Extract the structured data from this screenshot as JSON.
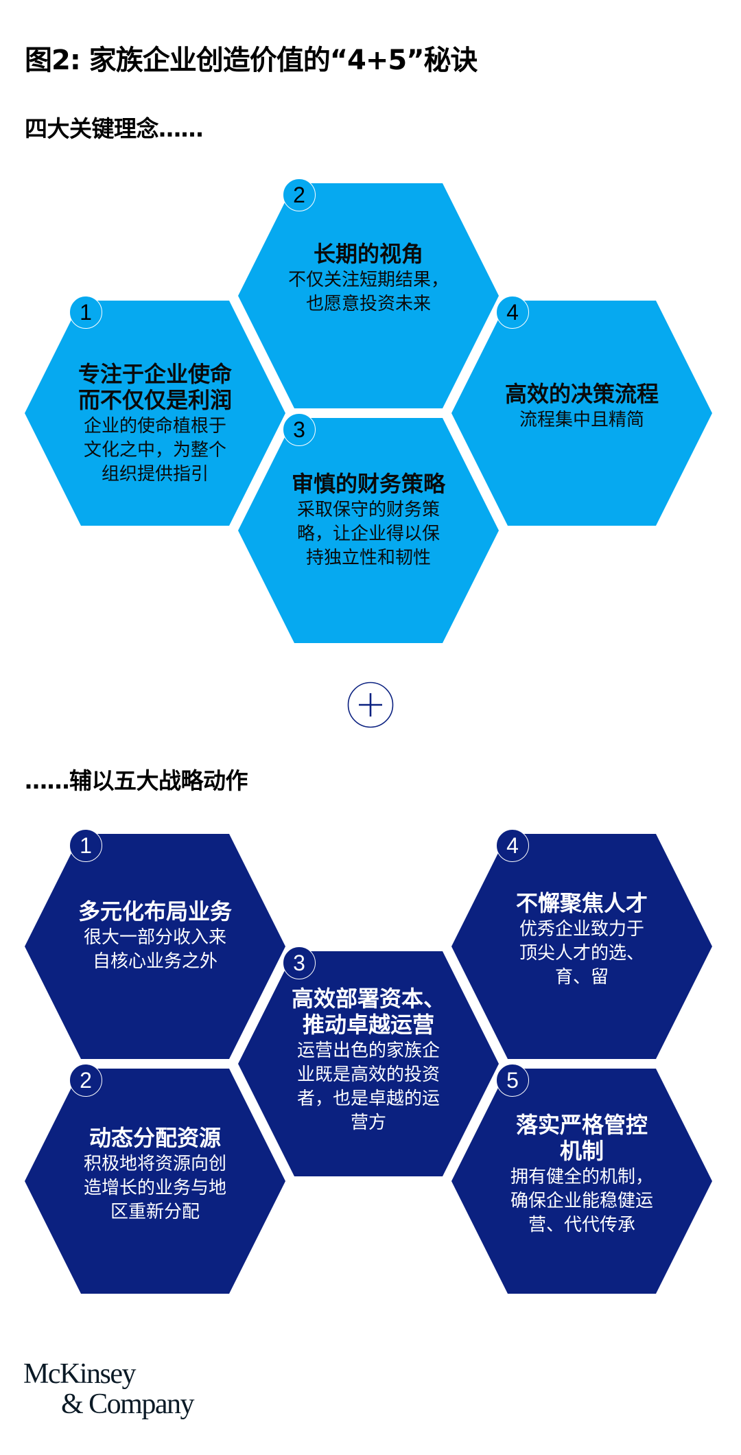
{
  "title": "图2: 家族企业创造价值的“4+5”秘诀",
  "section1": {
    "heading": "四大关键理念……",
    "color": "#06A9F0",
    "items": [
      {
        "number": "1",
        "title": "专注于企业使命而不仅仅是利润",
        "title_lines": [
          "专注于企业使命",
          "而不仅仅是利润"
        ],
        "body_lines": [
          "企业的使命植根于",
          "文化之中，为整个",
          "组织提供指引"
        ]
      },
      {
        "number": "2",
        "title": "长期的视角",
        "title_lines": [
          "长期的视角"
        ],
        "body_lines": [
          "不仅关注短期结果，",
          "也愿意投资未来"
        ]
      },
      {
        "number": "3",
        "title": "审慎的财务策略",
        "title_lines": [
          "审慎的财务策略"
        ],
        "body_lines": [
          "采取保守的财务策",
          "略，让企业得以保",
          "持独立性和韧性"
        ]
      },
      {
        "number": "4",
        "title": "高效的决策流程",
        "title_lines": [
          "高效的决策流程"
        ],
        "body_lines": [
          "流程集中且精简"
        ]
      }
    ]
  },
  "connector": {
    "icon": "plus-circle-icon",
    "color": "#0B2180"
  },
  "section2": {
    "heading": "……辅以五大战略动作",
    "color": "#0B2180",
    "items": [
      {
        "number": "1",
        "title": "多元化布局业务",
        "title_lines": [
          "多元化布局业务"
        ],
        "body_lines": [
          "很大一部分收入来",
          "自核心业务之外"
        ]
      },
      {
        "number": "2",
        "title": "动态分配资源",
        "title_lines": [
          "动态分配资源"
        ],
        "body_lines": [
          "积极地将资源向创",
          "造增长的业务与地",
          "区重新分配"
        ]
      },
      {
        "number": "3",
        "title": "高效部署资本、推动卓越运营",
        "title_lines": [
          "高效部署资本、",
          "推动卓越运营"
        ],
        "body_lines": [
          "运营出色的家族企",
          "业既是高效的投资",
          "者，也是卓越的运",
          "营方"
        ]
      },
      {
        "number": "4",
        "title": "不懈聚焦人才",
        "title_lines": [
          "不懈聚焦人才"
        ],
        "body_lines": [
          "优秀企业致力于",
          "顶尖人才的选、",
          "育、留"
        ]
      },
      {
        "number": "5",
        "title": "落实严格管控机制",
        "title_lines": [
          "落实严格管控",
          "机制"
        ],
        "body_lines": [
          "拥有健全的机制，",
          "确保企业能稳健运",
          "营、代代传承"
        ]
      }
    ]
  },
  "logo": {
    "line1": "McKinsey",
    "line2": "& Company"
  }
}
